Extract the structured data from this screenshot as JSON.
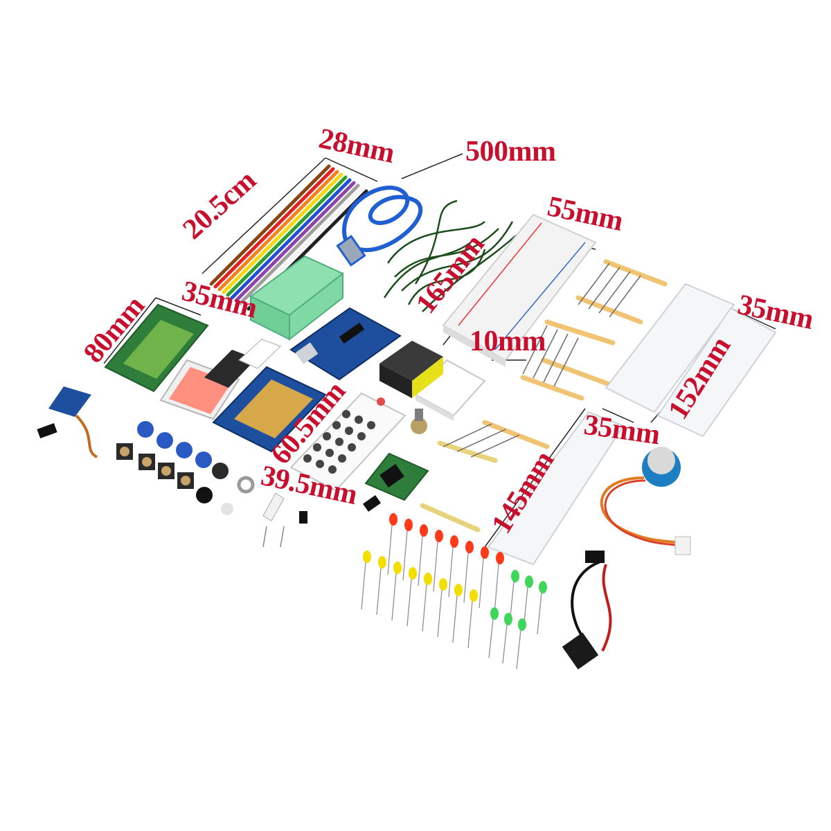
{
  "dimensions": {
    "jumper_ribbon_width": "28mm",
    "jumper_ribbon_length": "20.5cm",
    "usb_cable_length": "500mm",
    "breadboard_large_width": "55mm",
    "breadboard_large_length": "165mm",
    "breadboard_small_width": "10mm",
    "acrylic_plate_right_width": "35mm",
    "acrylic_plate_right_length": "152mm",
    "lcd_width": "80mm",
    "lcd_height": "35mm",
    "remote_length": "60.5mm",
    "remote_width": "39.5mm",
    "acrylic_plate_mid_width": "35mm",
    "acrylic_plate_mid_length": "145mm"
  },
  "colors": {
    "label": "#c8102e",
    "pcb_blue": "#1d4f9e",
    "pcb_green": "#2f7d3b",
    "led_red": "#ff3a1a",
    "led_yellow": "#f2df00",
    "led_green": "#3fd65c"
  }
}
